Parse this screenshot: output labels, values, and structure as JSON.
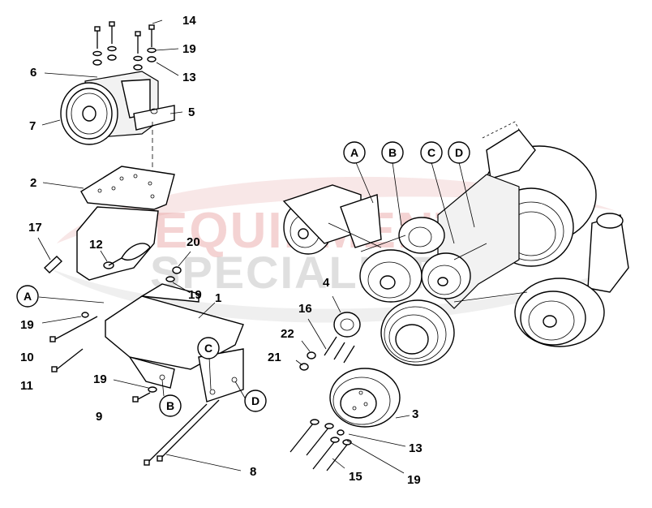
{
  "watermark": {
    "line1": "EQUIPMENT",
    "line2": "SPECIALISTS"
  },
  "callouts": {
    "c1": "1",
    "c2": "2",
    "c3": "3",
    "c4": "4",
    "c5": "5",
    "c6": "6",
    "c7": "7",
    "c8": "8",
    "c9": "9",
    "c10": "10",
    "c11": "11",
    "c12": "12",
    "c13a": "13",
    "c13b": "13",
    "c14": "14",
    "c15": "15",
    "c16": "16",
    "c17": "17",
    "c19a": "19",
    "c19b": "19",
    "c19c": "19",
    "c19d": "19",
    "c19e": "19",
    "c20": "20",
    "c21": "21",
    "c22": "22"
  },
  "circles": {
    "a_left": "A",
    "b_left": "B",
    "c_left": "C",
    "d_left": "D",
    "a_right": "A",
    "b_right": "B",
    "c_right": "C",
    "d_right": "D"
  },
  "colors": {
    "line": "#000000",
    "watermark_red": "#e8a0a0",
    "watermark_grey": "#b9b9b9"
  }
}
